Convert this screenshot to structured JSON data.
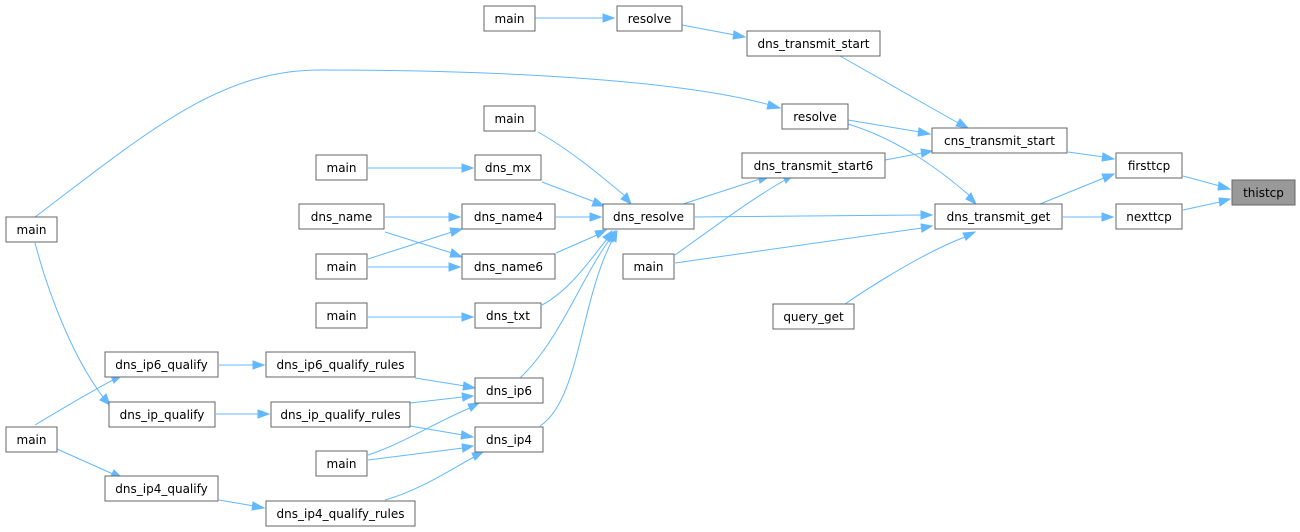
{
  "nodes": {
    "n_main_top": {
      "label": "main"
    },
    "n_resolve_top": {
      "label": "resolve"
    },
    "n_dts_top": {
      "label": "dns_transmit_start"
    },
    "n_resolve_mid": {
      "label": "resolve"
    },
    "n_main_left": {
      "label": "main"
    },
    "n_main_mx": {
      "label": "main"
    },
    "n_main_resolve": {
      "label": "main"
    },
    "n_dns_mx": {
      "label": "dns_mx"
    },
    "n_dns_name_l": {
      "label": "dns_name"
    },
    "n_dns_name4": {
      "label": "dns_name4"
    },
    "n_main_n6": {
      "label": "main"
    },
    "n_dns_name6": {
      "label": "dns_name6"
    },
    "n_main_txt": {
      "label": "main"
    },
    "n_dns_txt": {
      "label": "dns_txt"
    },
    "n_dns_resolve": {
      "label": "dns_resolve"
    },
    "n_dts6": {
      "label": "dns_transmit_start6"
    },
    "n_cts": {
      "label": "cns_transmit_start"
    },
    "n_dtg": {
      "label": "dns_transmit_get"
    },
    "n_main_mid": {
      "label": "main"
    },
    "n_query_get": {
      "label": "query_get"
    },
    "n_firsttcp": {
      "label": "firsttcp"
    },
    "n_nexttcp": {
      "label": "nexttcp"
    },
    "n_thistcp": {
      "label": "thistcp"
    },
    "n_ip6q": {
      "label": "dns_ip6_qualify"
    },
    "n_ip6qr": {
      "label": "dns_ip6_qualify_rules"
    },
    "n_ipq": {
      "label": "dns_ip_qualify"
    },
    "n_ipqr": {
      "label": "dns_ip_qualify_rules"
    },
    "n_dns_ip6": {
      "label": "dns_ip6"
    },
    "n_dns_ip4": {
      "label": "dns_ip4"
    },
    "n_main_bl": {
      "label": "main"
    },
    "n_main_ip": {
      "label": "main"
    },
    "n_ip4q": {
      "label": "dns_ip4_qualify"
    },
    "n_ip4qr": {
      "label": "dns_ip4_qualify_rules"
    }
  },
  "edges": [
    [
      "n_main_top",
      "n_resolve_top"
    ],
    [
      "n_resolve_top",
      "n_dts_top"
    ],
    [
      "n_dts_top",
      "n_cts"
    ],
    [
      "n_main_left",
      "n_resolve_mid"
    ],
    [
      "n_resolve_mid",
      "n_cts"
    ],
    [
      "n_resolve_mid",
      "n_dtg"
    ],
    [
      "n_main_resolve",
      "n_dns_resolve"
    ],
    [
      "n_main_mx",
      "n_dns_mx"
    ],
    [
      "n_dns_mx",
      "n_dns_resolve"
    ],
    [
      "n_dns_name_l",
      "n_dns_name4"
    ],
    [
      "n_dns_name_l",
      "n_dns_name6"
    ],
    [
      "n_main_n6",
      "n_dns_name4"
    ],
    [
      "n_main_n6",
      "n_dns_name6"
    ],
    [
      "n_dns_name4",
      "n_dns_resolve"
    ],
    [
      "n_dns_name6",
      "n_dns_resolve"
    ],
    [
      "n_main_txt",
      "n_dns_txt"
    ],
    [
      "n_dns_txt",
      "n_dns_resolve"
    ],
    [
      "n_dns_ip6",
      "n_dns_resolve"
    ],
    [
      "n_dns_ip4",
      "n_dns_resolve"
    ],
    [
      "n_dns_resolve",
      "n_dts6"
    ],
    [
      "n_dns_resolve",
      "n_dtg"
    ],
    [
      "n_main_mid",
      "n_dts6"
    ],
    [
      "n_main_mid",
      "n_dtg"
    ],
    [
      "n_dts6",
      "n_cts"
    ],
    [
      "n_query_get",
      "n_dtg"
    ],
    [
      "n_cts",
      "n_firsttcp"
    ],
    [
      "n_dtg",
      "n_firsttcp"
    ],
    [
      "n_dtg",
      "n_nexttcp"
    ],
    [
      "n_firsttcp",
      "n_thistcp"
    ],
    [
      "n_nexttcp",
      "n_thistcp"
    ],
    [
      "n_main_bl",
      "n_ip6q"
    ],
    [
      "n_main_bl",
      "n_ip4q"
    ],
    [
      "n_main_left",
      "n_ipq"
    ],
    [
      "n_ip6q",
      "n_ip6qr"
    ],
    [
      "n_ipq",
      "n_ipqr"
    ],
    [
      "n_ip4q",
      "n_ip4qr"
    ],
    [
      "n_ip6qr",
      "n_dns_ip6"
    ],
    [
      "n_ipqr",
      "n_dns_ip6"
    ],
    [
      "n_ipqr",
      "n_dns_ip4"
    ],
    [
      "n_main_ip",
      "n_dns_ip6"
    ],
    [
      "n_main_ip",
      "n_dns_ip4"
    ],
    [
      "n_ip4qr",
      "n_dns_ip4"
    ]
  ]
}
